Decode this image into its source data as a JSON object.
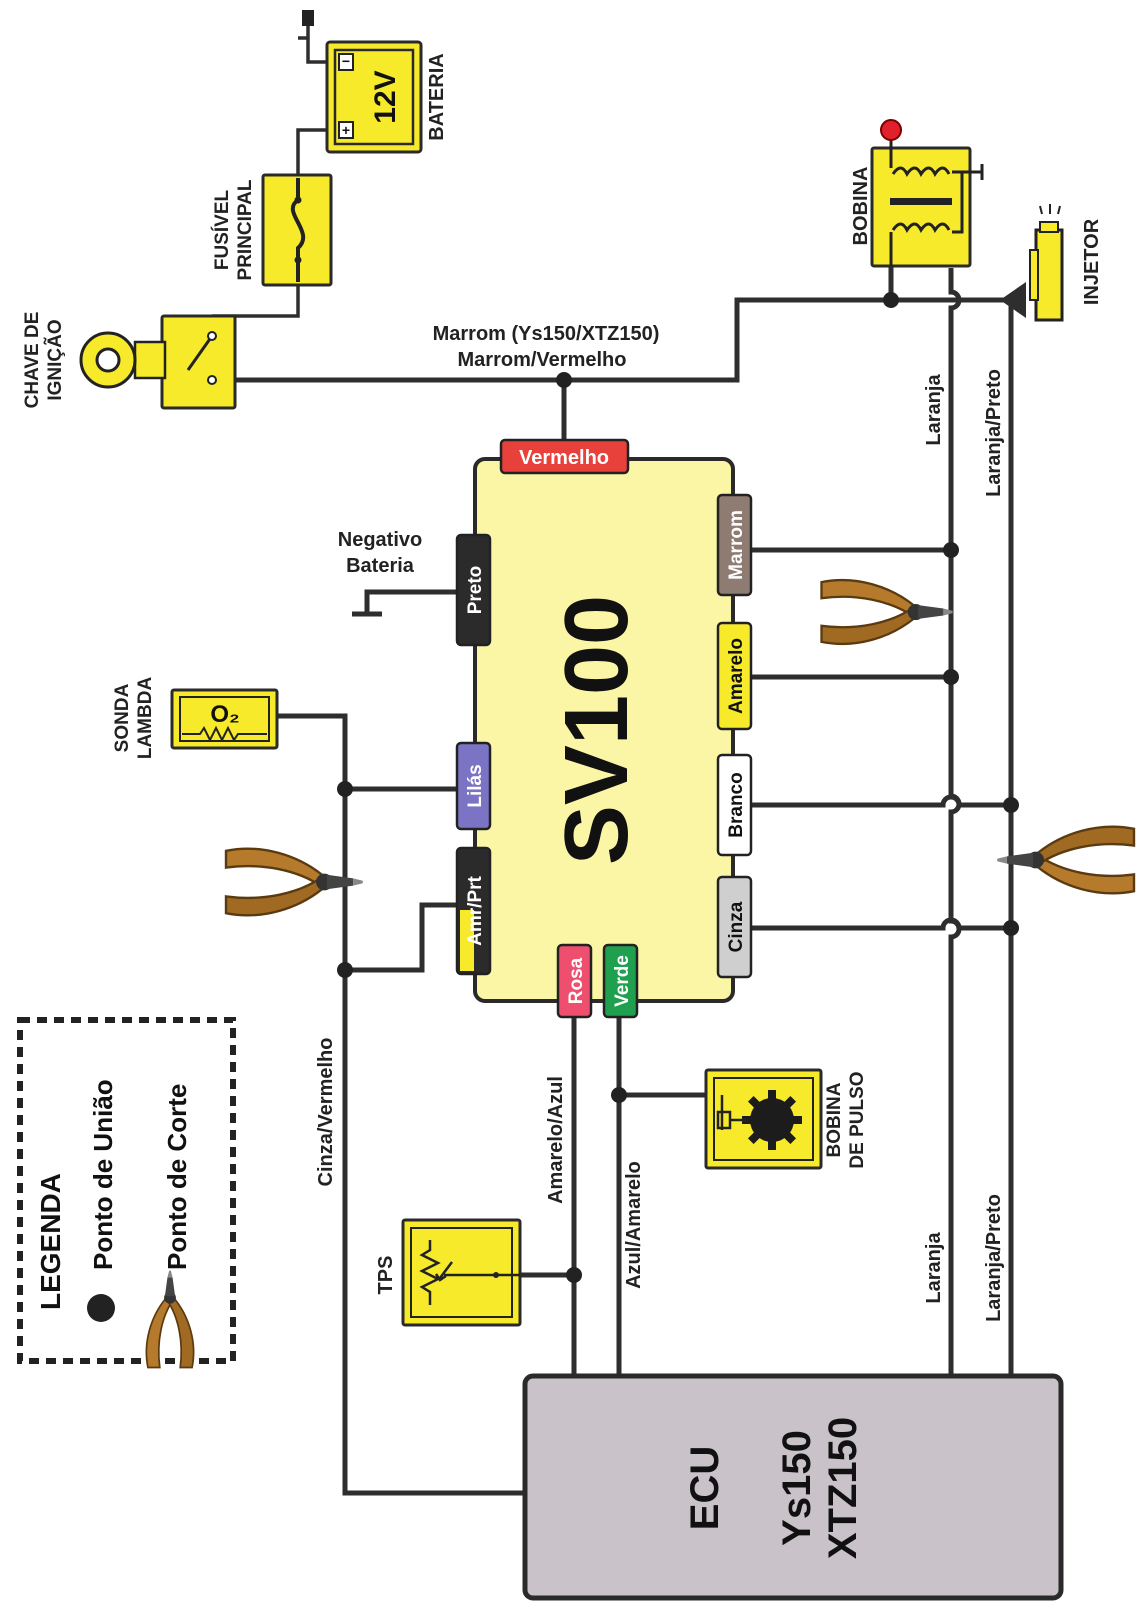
{
  "legend": {
    "title": "LEGENDA",
    "join_point": "Ponto de União",
    "cut_point": "Ponto de Corte"
  },
  "components": {
    "battery": {
      "label": "BATERIA",
      "voltage": "12V",
      "minus": "−",
      "plus": "+"
    },
    "fuse": {
      "label_1": "FUSÍVEL",
      "label_2": "PRINCIPAL"
    },
    "ignition": {
      "label_1": "CHAVE DE",
      "label_2": "IGNIÇÃO"
    },
    "coil": {
      "label": "BOBINA"
    },
    "injector": {
      "label": "INJETOR"
    },
    "lambda": {
      "label_1": "SONDA",
      "label_2": "LAMBDA",
      "symbol": "O₂"
    },
    "tps": {
      "label": "TPS"
    },
    "pulse_coil": {
      "label_1": "BOBINA",
      "label_2": "DE PULSO"
    },
    "module": {
      "name": "SV100"
    },
    "ecu": {
      "title": "ECU",
      "model_1": "Ys150",
      "model_2": "XTZ150"
    },
    "negative": {
      "label_1": "Negativo",
      "label_2": "Bateria"
    }
  },
  "pins": {
    "vermelho": {
      "label": "Vermelho",
      "color": "#e8403a"
    },
    "preto": {
      "label": "Preto",
      "color": "#2b2b2b"
    },
    "lilas": {
      "label": "Lilás",
      "color": "#7b74c4"
    },
    "amr_prt": {
      "label": "Amr/Prt",
      "color": "#2b2b2b",
      "stripe": "#f7ea2a"
    },
    "rosa": {
      "label": "Rosa",
      "color": "#ee4f6f"
    },
    "verde": {
      "label": "Verde",
      "color": "#1ea04e"
    },
    "marrom": {
      "label": "Marrom",
      "color": "#8e7b72"
    },
    "amarelo": {
      "label": "Amarelo",
      "color": "#f7ea2a"
    },
    "branco": {
      "label": "Branco",
      "color": "#ffffff"
    },
    "cinza": {
      "label": "Cinza",
      "color": "#cfcfcf"
    }
  },
  "wires": {
    "marrom_line_1": "Marrom (Ys150/XTZ150)",
    "marrom_line_2": "Marrom/Vermelho",
    "laranja_top": "Laranja",
    "laranja_preto_top": "Laranja/Preto",
    "laranja_bottom": "Laranja",
    "laranja_preto_bottom": "Laranja/Preto",
    "cinza_vermelho": "Cinza/Vermelho",
    "amarelo_azul": "Amarelo/Azul",
    "azul_amarelo": "Azul/Amarelo"
  },
  "colors": {
    "component_yellow": "#f7ea2a",
    "module_fill": "#fbf6a6",
    "ecu_fill": "#c9c2c8",
    "wire": "#2e2e2e",
    "fuse_red_bulb": "#e0202a"
  }
}
